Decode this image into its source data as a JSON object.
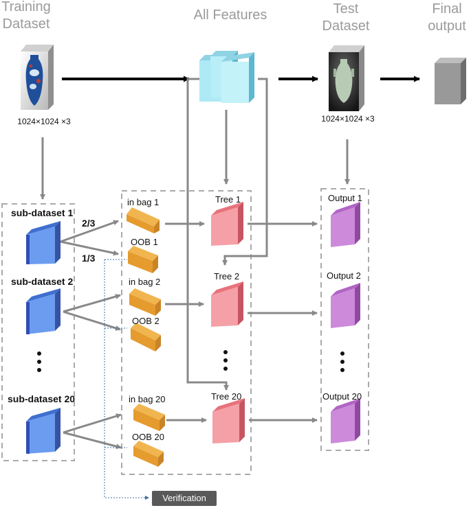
{
  "headers": {
    "training_dataset": "Training Dataset",
    "all_features": "All Features",
    "test_dataset": "Test Dataset",
    "final_output": "Final output"
  },
  "dimensions": {
    "training": "1024×1024 ×3",
    "test": "1024×1024 ×3"
  },
  "subdatasets": [
    "sub-dataset 1",
    "sub-dataset 2",
    "sub-dataset 20"
  ],
  "bags": {
    "in_bag": [
      "in bag 1",
      "in bag 2",
      "in bag 20"
    ],
    "oob": [
      "OOB 1",
      "OOB 2",
      "OOB 20"
    ]
  },
  "trees": [
    "Tree 1",
    "Tree 2",
    "Tree 20"
  ],
  "outputs": [
    "Output 1",
    "Output 2",
    "Output 20"
  ],
  "ratios": {
    "in_bag": "2/3",
    "oob": "1/3"
  },
  "verification": "Verification",
  "colors": {
    "header_gray": "#9a9a9a",
    "arrow_gray": "#888888",
    "dashed_border": "#aaaaaa",
    "subdataset_blue": "#5b8ee8",
    "bag_orange": "#e8a43c",
    "tree_pink": "#f1999d",
    "output_purple": "#c982d6",
    "feature_cyan": "#aeeaf5",
    "verification_dotted": "#3f6fa3"
  },
  "icons": {
    "training_image": "porcelain-vase-image-icon",
    "test_image": "celadon-vase-image-icon",
    "final_output": "gray-panel-icon"
  }
}
